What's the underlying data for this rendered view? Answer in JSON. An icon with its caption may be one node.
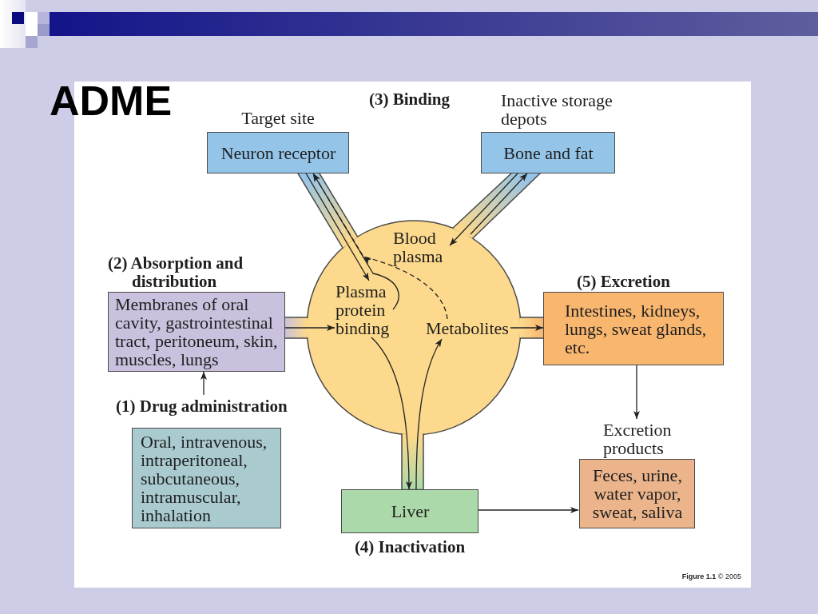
{
  "diagram": {
    "title": "ADME",
    "caption": "**Figure 1.1** © 2005",
    "nodes": [
      {
        "text": [
          "Target site",
          "Neuron receptor"
        ]
      },
      {
        "text": [
          "Inactive storage depots",
          "Bone and fat"
        ]
      },
      {
        "text": [
          "(2) Absorption and distribution",
          "Membranes of oral cavity, gastrointestinal tract, peritoneum, skin, muscles, lungs"
        ]
      },
      {
        "text": [
          "Blood plasma"
        ]
      },
      {
        "text": [
          "Plasma protein binding"
        ],
        "in": 3
      },
      {
        "text": [
          "Metabolites"
        ],
        "in": 3
      },
      {
        "text": [
          "(5) Excretion",
          "Intestines, kidneys, lungs, sweat glands, etc."
        ]
      },
      {
        "text": [
          "(1) Drug administration",
          "Oral, intravenous, intraperitoneal, subcutaneous, intramuscular, inhalation"
        ]
      },
      {
        "text": [
          "Excretion products",
          "Feces, urine, water vapor, sweat, saliva"
        ]
      },
      {
        "text": [
          "Liver",
          "(4) Inactivation"
        ]
      }
    ],
    "edges": [
      {
        "from": 7,
        "to": 2,
        "arrow": "to"
      },
      {
        "from": 2,
        "to": 4,
        "arrow": "to"
      },
      {
        "from": 0,
        "to": 4,
        "arrow": "to"
      },
      {
        "from": 4,
        "to": 0,
        "arrow": "to"
      },
      {
        "from": 5,
        "to": 0,
        "arrow": "to",
        "style": "dashed"
      },
      {
        "from": 1,
        "to": 3,
        "arrow": "to"
      },
      {
        "from": 3,
        "to": 1,
        "arrow": "to"
      },
      {
        "from": 4,
        "to": 9,
        "arrow": "to"
      },
      {
        "from": 9,
        "to": 5,
        "arrow": "to"
      },
      {
        "from": 5,
        "to": 6,
        "arrow": "to"
      },
      {
        "from": 6,
        "to": 8,
        "arrow": "to"
      },
      {
        "from": 9,
        "to": 8,
        "arrow": "to"
      }
    ],
    "labels": [
      "(3) Binding"
    ]
  }
}
